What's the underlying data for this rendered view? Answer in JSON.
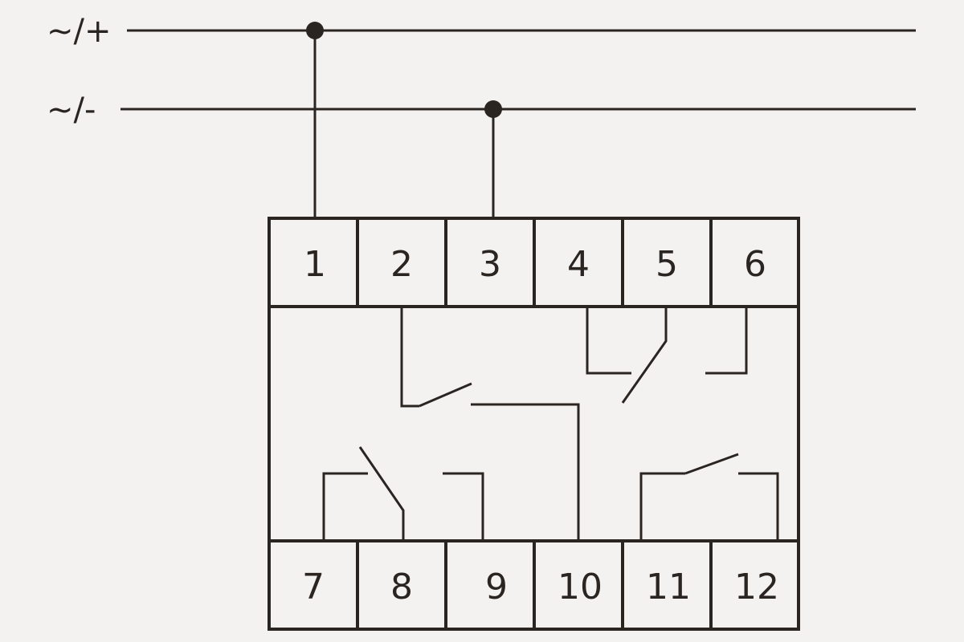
{
  "rails": {
    "positive": {
      "label": "~/+"
    },
    "negative": {
      "label": "~/-"
    }
  },
  "terminals": {
    "top": [
      "1",
      "2",
      "3",
      "4",
      "5",
      "6"
    ],
    "bottom": [
      "7",
      "8",
      "9",
      "10",
      "11",
      "12"
    ]
  },
  "colors": {
    "ink": "#2b2522",
    "background": "#f3f2f1"
  }
}
